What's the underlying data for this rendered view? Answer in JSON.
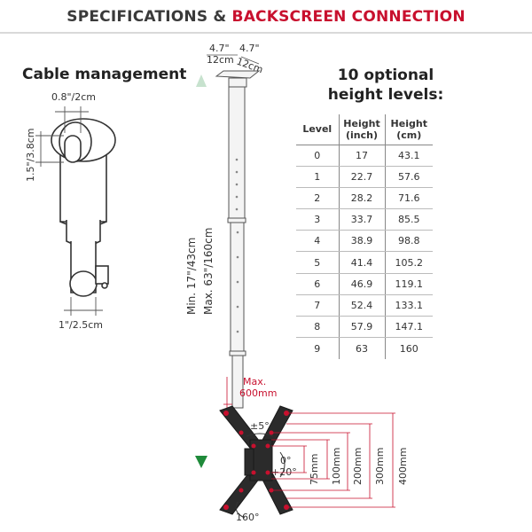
{
  "header": {
    "title_part1": "SPECIFICATIONS &",
    "title_part2": "BACKSCREEN CONNECTION"
  },
  "cable": {
    "title": "Cable management",
    "top_dim": "0.8\"/2cm",
    "side_dim": "1.5\"/3.8cm",
    "bottom_dim": "1\"/2.5cm"
  },
  "plate": {
    "dim_a_in": "4.7\"",
    "dim_a_cm": "12cm",
    "dim_b_in": "4.7\"",
    "dim_b_cm": "12cm"
  },
  "pole": {
    "min_label": "Min. 17\"/43cm",
    "max_label": "Max. 63\"/160cm"
  },
  "heights": {
    "title_line1": "10 optional",
    "title_line2": "height levels:",
    "columns": [
      {
        "line1": "Level",
        "line2": ""
      },
      {
        "line1": "Height",
        "line2": "(inch)"
      },
      {
        "line1": "Height",
        "line2": "(cm)"
      }
    ],
    "rows": [
      [
        "0",
        "17",
        "43.1"
      ],
      [
        "1",
        "22.7",
        "57.6"
      ],
      [
        "2",
        "28.2",
        "71.6"
      ],
      [
        "3",
        "33.7",
        "85.5"
      ],
      [
        "4",
        "38.9",
        "98.8"
      ],
      [
        "5",
        "41.4",
        "105.2"
      ],
      [
        "6",
        "46.9",
        "119.1"
      ],
      [
        "7",
        "52.4",
        "133.1"
      ],
      [
        "8",
        "57.9",
        "147.1"
      ],
      [
        "9",
        "63",
        "160"
      ]
    ]
  },
  "mount": {
    "max_line1": "Max.",
    "max_line2": "600mm",
    "tilt_side": "±5°",
    "tilt_line1": "0°",
    "tilt_line2": "+20°",
    "rotate": "160°",
    "vesa": [
      "75mm",
      "100mm",
      "200mm",
      "300mm",
      "400mm"
    ]
  },
  "colors": {
    "accent_red": "#c8102e",
    "arrow_green": "#1f8a3a",
    "steel": "#333333"
  }
}
